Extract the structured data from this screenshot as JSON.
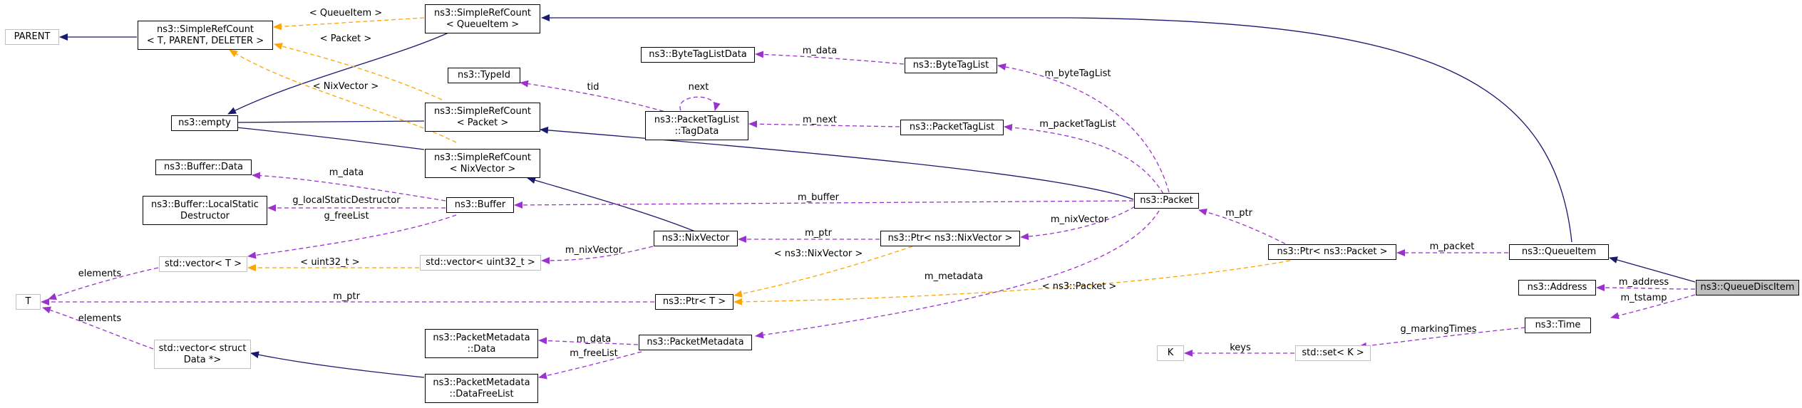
{
  "nodes": {
    "parent": "PARENT",
    "simple_refcount_template": [
      "ns3::SimpleRefCount",
      "< T, PARENT, DELETER >"
    ],
    "simple_refcount_queueitem": [
      "ns3::SimpleRefCount",
      "< QueueItem >"
    ],
    "bytetaglistdata": "ns3::ByteTagListData",
    "bytetaglist": "ns3::ByteTagList",
    "typeid": "ns3::TypeId",
    "packettaglist_tagdata": [
      "ns3::PacketTagList",
      "::TagData"
    ],
    "packettaglist": "ns3::PacketTagList",
    "empty": "ns3::empty",
    "simple_refcount_packet": [
      "ns3::SimpleRefCount",
      "< Packet >"
    ],
    "simple_refcount_nixvector": [
      "ns3::SimpleRefCount",
      "< NixVector >"
    ],
    "buffer_data": "ns3::Buffer::Data",
    "buffer_localstatic": [
      "ns3::Buffer::LocalStatic",
      "Destructor"
    ],
    "buffer": "ns3::Buffer",
    "packet": "ns3::Packet",
    "vector_T": "std::vector< T >",
    "vector_uint32": "std::vector< uint32_t >",
    "nixvector": "ns3::NixVector",
    "ptr_nixvector": "ns3::Ptr< ns3::NixVector >",
    "ptr_packet": "ns3::Ptr< ns3::Packet >",
    "queueitem": "ns3::QueueItem",
    "address": "ns3::Address",
    "queuedisc_item": "ns3::QueueDiscItem",
    "T": "T",
    "ptr_T": "ns3::Ptr< T >",
    "time": "ns3::Time",
    "vector_struct_data": [
      "std::vector< struct",
      "Data *>"
    ],
    "packetmetadata_data": [
      "ns3::PacketMetadata",
      "::Data"
    ],
    "packetmetadata": "ns3::PacketMetadata",
    "K": "K",
    "set_K": "std::set< K >",
    "packetmetadata_datafreelist": [
      "ns3::PacketMetadata",
      "::DataFreeList"
    ]
  },
  "edge_labels": {
    "queueitem_tmpl": "< QueueItem >",
    "packet_tmpl": "< Packet >",
    "nixvector_tmpl": "< NixVector >",
    "m_data_bytetag": "m_data",
    "m_bytetaglist": "m_byteTagList",
    "tid": "tid",
    "next": "next",
    "m_next": "m_next",
    "m_packettaglist": "m_packetTagList",
    "m_data_buffer": "m_data",
    "g_localstatic": "g_localStaticDestructor",
    "g_freelist": "g_freeList",
    "m_buffer": "m_buffer",
    "m_nixvector_packet": "m_nixVector",
    "m_ptr_packet": "m_ptr",
    "elements_top": "elements",
    "uint32_tmpl": "< uint32_t >",
    "m_nixvector_vec": "m_nixVector",
    "m_ptr_nix": "m_ptr",
    "nixvector_ptr_tmpl": "< ns3::NixVector >",
    "m_packet": "m_packet",
    "m_metadata": "m_metadata",
    "packet_ptr_tmpl": "< ns3::Packet >",
    "m_address": "m_address",
    "m_tstamp": "m_tstamp",
    "m_ptr_T": "m_ptr",
    "elements_bottom": "elements",
    "g_markingtimes": "g_markingTimes",
    "m_data_meta": "m_data",
    "m_freelist": "m_freeList",
    "keys": "keys"
  },
  "colors": {
    "inheritance": "#191970",
    "template": "#ffa500",
    "usage": "#9a32cd",
    "node_border": "#000000",
    "external_border": "#bfbfbf",
    "focus_fill": "#bfbfbf"
  }
}
